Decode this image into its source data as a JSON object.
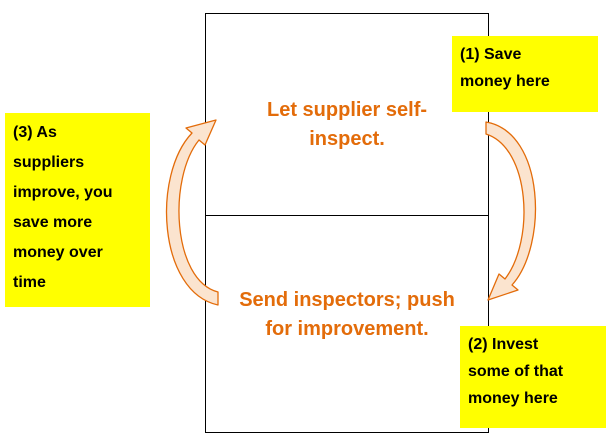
{
  "colors": {
    "note_background": "#ffff00",
    "box_text": "#e36c0a",
    "arrow_fill": "#fbe4cf",
    "arrow_stroke": "#e36c0a"
  },
  "boxes": {
    "top": {
      "lines": [
        "Let supplier self-",
        "inspect."
      ]
    },
    "bottom": {
      "lines": [
        "Send inspectors; push",
        "for improvement."
      ]
    }
  },
  "notes": {
    "note1": {
      "lines": [
        "(1) Save",
        "money here"
      ]
    },
    "note2": {
      "lines": [
        "(2) Invest",
        "some of that",
        "money here"
      ]
    },
    "note3": {
      "lines": [
        "(3) As",
        "suppliers",
        "improve, you",
        "save more",
        "money over",
        "time"
      ]
    }
  },
  "arrows": {
    "right": "curved-arrow-down",
    "left": "curved-arrow-up"
  }
}
